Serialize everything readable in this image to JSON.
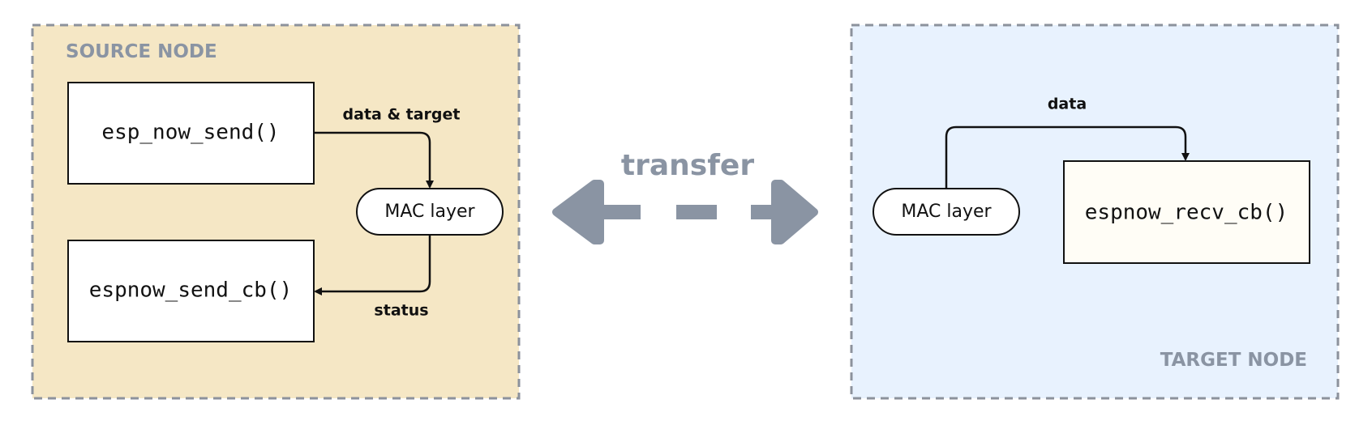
{
  "source_node": {
    "title": "SOURCE NODE",
    "send_function": "esp_now_send()",
    "callback_function": "espnow_send_cb()",
    "mac_layer": "MAC layer",
    "send_edge_label": "data & target",
    "status_edge_label": "status"
  },
  "transfer": {
    "label": "transfer"
  },
  "target_node": {
    "title": "TARGET NODE",
    "mac_layer": "MAC layer",
    "receive_function": "espnow_recv_cb()",
    "data_edge_label": "data"
  },
  "colors": {
    "source_fill": "#f5e7c5",
    "target_fill": "#e8f2fe",
    "dashed_border": "#8c929c",
    "arrow_gray": "#8a94a3",
    "line": "#111111"
  }
}
